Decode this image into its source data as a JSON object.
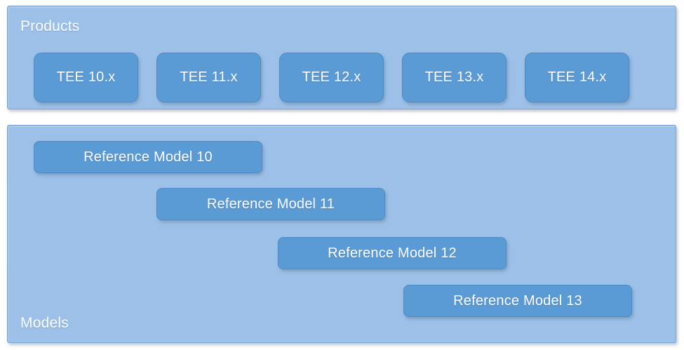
{
  "diagram": {
    "type": "layered-block-diagram",
    "colors": {
      "panel_background": "#9CC0E8",
      "panel_border": "#7BA7D4",
      "node_fill": "#5B9BD5",
      "node_border": "#4D8BC4",
      "text": "#FFFFFF",
      "page_background": "#FFFFFF"
    }
  },
  "products": {
    "caption": "Products",
    "items": [
      {
        "label": "TEE 10.x"
      },
      {
        "label": "TEE 11.x"
      },
      {
        "label": "TEE 12.x"
      },
      {
        "label": "TEE 13.x"
      },
      {
        "label": "TEE 14.x"
      }
    ]
  },
  "models": {
    "caption": "Models",
    "items": [
      {
        "label": "Reference Model 10"
      },
      {
        "label": "Reference Model 11"
      },
      {
        "label": "Reference Model 12"
      },
      {
        "label": "Reference Model 13"
      }
    ]
  }
}
